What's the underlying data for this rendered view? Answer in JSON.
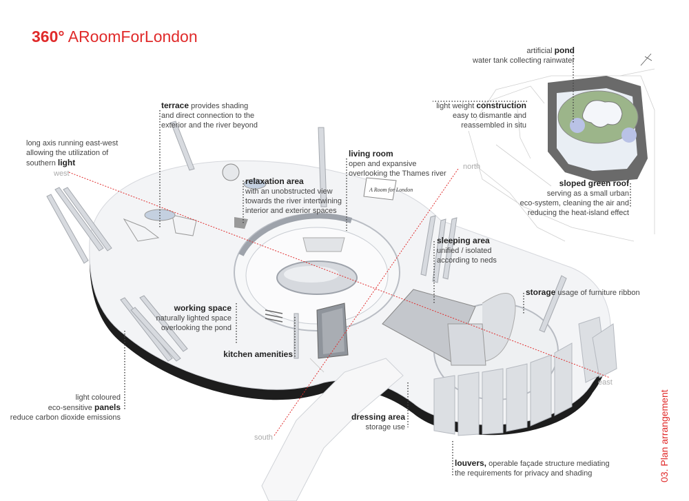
{
  "title": {
    "prefix": "360°",
    "name": "ARoomForLondon"
  },
  "side_label": "03. Plan arrangement",
  "directions": {
    "west": "west",
    "north": "north",
    "east": "east",
    "south": "south"
  },
  "sign_text": "A Room for London",
  "annotations": {
    "pond": {
      "head": "pond",
      "pre": "artificial ",
      "lines": [
        "water tank collecting rainwater"
      ]
    },
    "construction": {
      "pre": "light weight ",
      "head": "construction",
      "lines": [
        "easy to dismantle and",
        "reassembled in situ"
      ]
    },
    "terrace": {
      "head": "terrace",
      "post": " provides shading",
      "lines": [
        "and direct connection to the",
        "exterior and the river beyond"
      ]
    },
    "light": {
      "lines": [
        "long axis running east-west",
        "allowing the utilization of"
      ],
      "pre": "southern ",
      "head": "light"
    },
    "living": {
      "head": "living room",
      "lines": [
        "open and expansive",
        "overlooking the Thames river"
      ]
    },
    "relaxation": {
      "head": "relaxation area",
      "lines": [
        "with an unobstructed view",
        "towards the river intertwining",
        "interior and exterior spaces"
      ]
    },
    "roof": {
      "head": "sloped green roof",
      "lines": [
        "serving as a small urban",
        "eco-system, cleaning the air and",
        "reducing the heat-island effect"
      ]
    },
    "sleeping": {
      "head": "sleeping area",
      "lines": [
        "unified / isolated",
        "according to neds"
      ]
    },
    "storage": {
      "head": "storage",
      "post": " usage of furniture ribbon"
    },
    "working": {
      "head": "working space",
      "lines": [
        "naturally lighted space",
        "overlooking the pond"
      ]
    },
    "kitchen": {
      "head": "kitchen amenities"
    },
    "panels": {
      "lines": [
        "light coloured",
        "eco-sensitive"
      ],
      "head": "panels",
      "tail": "reduce carbon dioxide emissions"
    },
    "dressing": {
      "head": "dressing area",
      "lines": [
        "storage use"
      ]
    },
    "louvers": {
      "head": "louvers,",
      "post": " operable façade structure mediating",
      "lines": [
        "the requirements for privacy and shading"
      ]
    }
  },
  "colors": {
    "accent": "#e02a2a",
    "text": "#444444",
    "direction": "#aaaaaa",
    "roof_dark": "#6a6a6a",
    "green_roof": "#9cb58a"
  }
}
